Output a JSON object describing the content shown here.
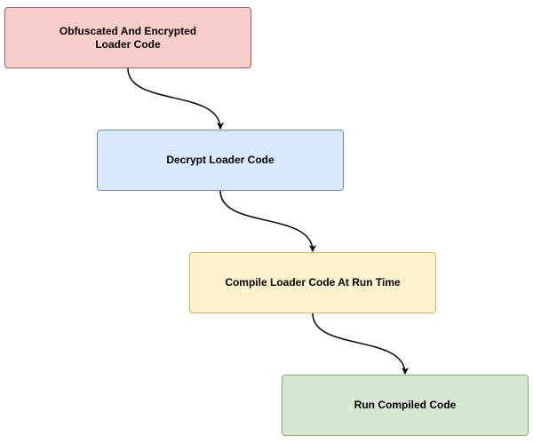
{
  "diagram": {
    "nodes": [
      {
        "id": "node-1",
        "label": "Obfuscated And Encrypted\nLoader Code",
        "fill": "#f8cecc",
        "stroke": "#b85450"
      },
      {
        "id": "node-2",
        "label": "Decrypt Loader Code",
        "fill": "#dae8fc",
        "stroke": "#6c8ebf"
      },
      {
        "id": "node-3",
        "label": "Compile Loader Code At Run Time",
        "fill": "#fff2cc",
        "stroke": "#d6b656"
      },
      {
        "id": "node-4",
        "label": "Run Compiled Code",
        "fill": "#d5e8d4",
        "stroke": "#82b366"
      }
    ],
    "edges": [
      {
        "from": "node-1",
        "to": "node-2"
      },
      {
        "from": "node-2",
        "to": "node-3"
      },
      {
        "from": "node-3",
        "to": "node-4"
      }
    ],
    "edge_color": "#000000"
  }
}
